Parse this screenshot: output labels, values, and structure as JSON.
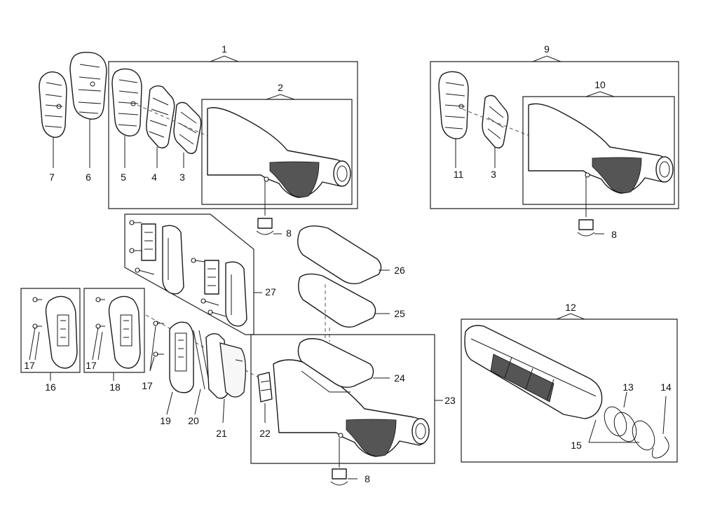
{
  "callouts": {
    "c1": "1",
    "c2": "2",
    "c3a": "3",
    "c3b": "3",
    "c4": "4",
    "c5": "5",
    "c6": "6",
    "c7": "7",
    "c8a": "8",
    "c8b": "8",
    "c8c": "8",
    "c9": "9",
    "c10": "10",
    "c11": "11",
    "c12": "12",
    "c13": "13",
    "c14": "14",
    "c15": "15",
    "c16": "16",
    "c17a": "17",
    "c17b": "17",
    "c17c": "17",
    "c18": "18",
    "c19": "19",
    "c20": "20",
    "c21": "21",
    "c22": "22",
    "c23": "23",
    "c24": "24",
    "c25": "25",
    "c26": "26",
    "c27": "27"
  }
}
